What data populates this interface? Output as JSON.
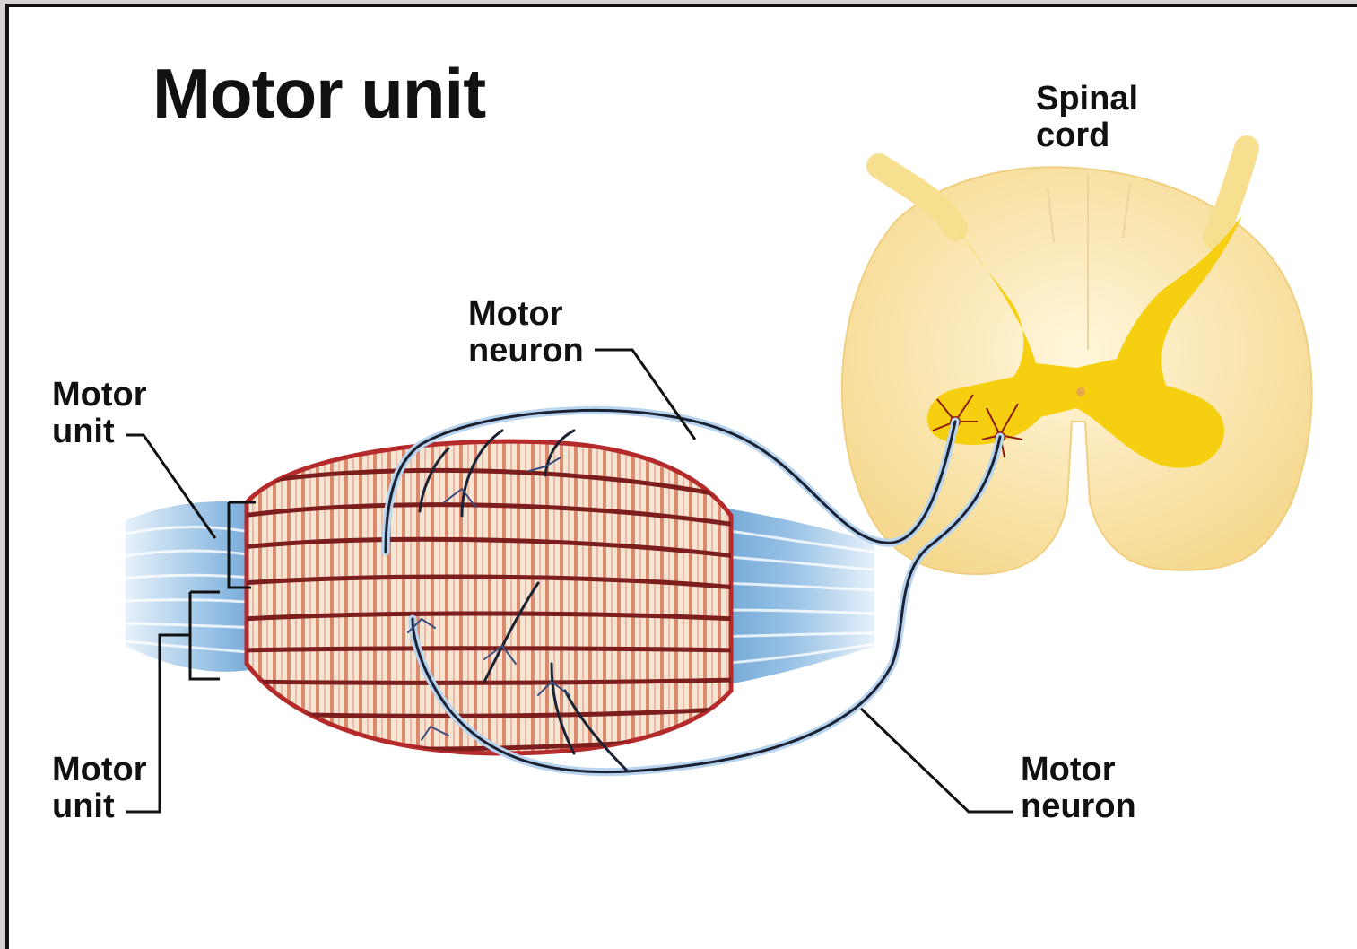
{
  "title": "Motor unit",
  "labels": {
    "spinal_cord": [
      "Spinal",
      "cord"
    ],
    "motor_neuron_top": [
      "Motor",
      "neuron"
    ],
    "motor_neuron_bottom": [
      "Motor",
      "neuron"
    ],
    "motor_unit_top": [
      "Motor",
      "unit"
    ],
    "motor_unit_bottom": [
      "Motor",
      "unit"
    ]
  },
  "colors": {
    "muscle_red": "#c0392b",
    "muscle_stripe": "#f3e2d2",
    "tendon_blue": "#a9cbe8",
    "white_matter": "#fbe9b6",
    "gray_matter": "#f5d20c",
    "neuron_line": "#1a2233"
  }
}
